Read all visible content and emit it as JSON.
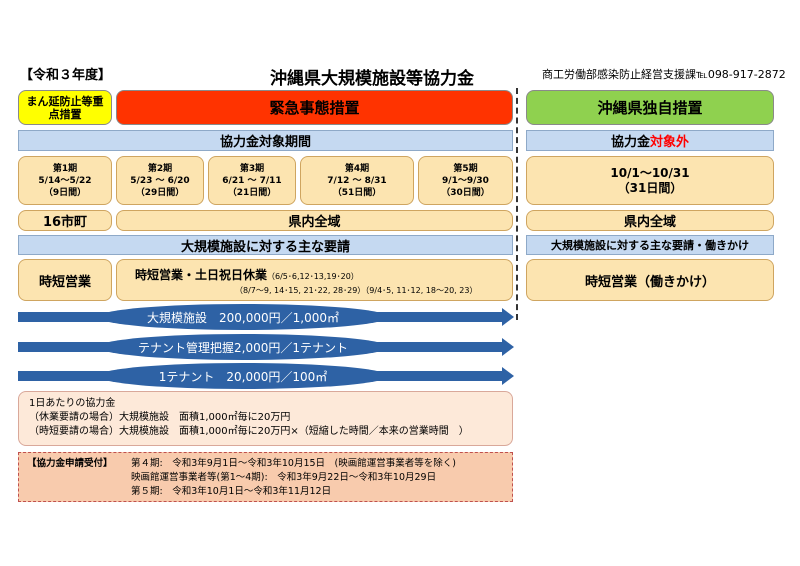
{
  "header": {
    "fiscal_year": "【令和３年度】",
    "title": "沖縄県大規模施設等協力金",
    "contact": "商工労働部感染防止経営支援課℡098-917-2872"
  },
  "top_labels": {
    "manenboshi": "まん延防止等重点措置",
    "kinkyu": "緊急事態措置",
    "okinawa_own": "沖縄県独自措置"
  },
  "period_header": {
    "left": "協力金対象期間",
    "right_prefix": "協力金",
    "right_highlight": "対象外"
  },
  "periods": [
    {
      "name": "第1期",
      "range": "5/14〜5/22",
      "days": "（9日間）"
    },
    {
      "name": "第2期",
      "range": "5/23 〜 6/20",
      "days": "（29日間）"
    },
    {
      "name": "第3期",
      "range": "6/21 〜 7/11",
      "days": "（21日間）"
    },
    {
      "name": "第4期",
      "range": "7/12 〜 8/31",
      "days": "（51日間）"
    },
    {
      "name": "第5期",
      "range": "9/1〜9/30",
      "days": "（30日間）"
    }
  ],
  "right_period": {
    "range": "10/1〜10/31",
    "days": "（31日間）"
  },
  "area": {
    "left": "16市町",
    "middle": "県内全域",
    "right": "県内全域"
  },
  "requests": {
    "left_header": "大規模施設に対する主な要請",
    "right_header": "大規模施設に対する主な要請・働きかけ",
    "first": "時短営業",
    "main_title": "時短営業・土日祝日休業",
    "main_dates1": "（6/5･6,12･13,19･20）",
    "main_dates2": "（8/7〜9, 14･15, 21･22, 28･29）（9/4･5, 11･12, 18〜20, 23）",
    "right": "時短営業（働きかけ）"
  },
  "arrows": [
    "大規模施設　200,000円／1,000㎡",
    "テナント管理把握2,000円／1テナント",
    "1テナント　20,000円／100㎡"
  ],
  "daily_info": {
    "line1": "1日あたりの協力金",
    "line2": "（休業要請の場合）大規模施設　面積1,000㎡毎に20万円",
    "line3": "（時短要請の場合）大規模施設　面積1,000㎡毎に20万円×（短縮した時間／本来の営業時間　）"
  },
  "application": {
    "label": "【協力金申請受付】",
    "line1": "第４期:　令和3年9月1日〜令和3年10月15日　(映画館運営事業者等を除く)",
    "line2": "映画館運営事業者等(第1〜4期):　令和3年9月22日〜令和3年10月29日",
    "line3": "第５期:　令和3年10月1日〜令和3年11月12日"
  },
  "colors": {
    "yellow": "#ffff00",
    "red": "#ff3300",
    "green": "#8fd14f",
    "blue_header": "#c5d9f1",
    "cream": "#fce4b0",
    "arrow": "#2e62a5",
    "info_bg": "#fde9d9",
    "application_bg": "#f8cbad"
  }
}
